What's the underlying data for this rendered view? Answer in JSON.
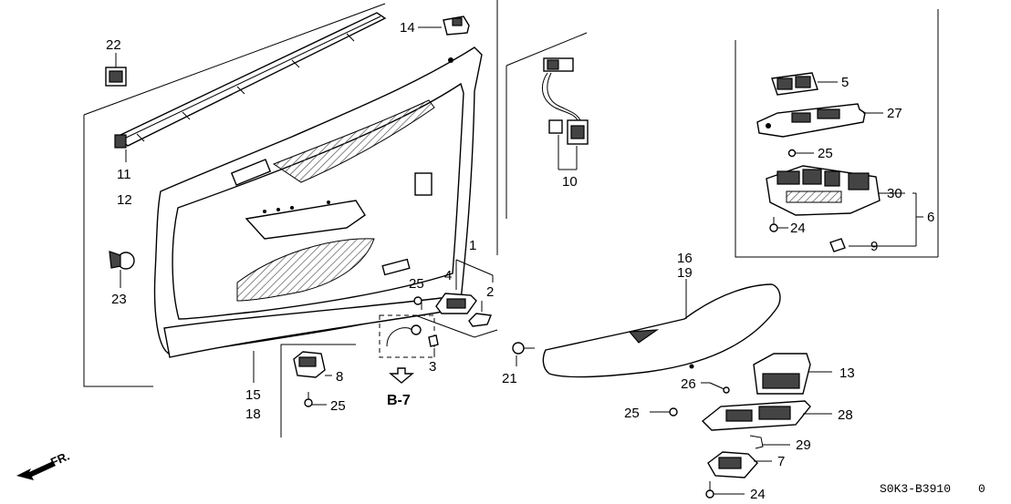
{
  "labels": {
    "p1": "1",
    "p2": "2",
    "p3": "3",
    "p4": "4",
    "p5": "5",
    "p6": "6",
    "p7": "7",
    "p8": "8",
    "p9": "9",
    "p10": "10",
    "p11": "11",
    "p12": "12",
    "p13": "13",
    "p14": "14",
    "p15": "15",
    "p16": "16",
    "p18": "18",
    "p19": "19",
    "p21": "21",
    "p22": "22",
    "p23": "23",
    "p24a": "24",
    "p24b": "24",
    "p25a": "25",
    "p25b": "25",
    "p25c": "25",
    "p25d": "25",
    "p26": "26",
    "p27": "27",
    "p28": "28",
    "p29": "29",
    "p30": "30"
  },
  "reference": "B-7",
  "direction": "FR.",
  "code": "S0K3-B3910",
  "code_suffix": "0"
}
